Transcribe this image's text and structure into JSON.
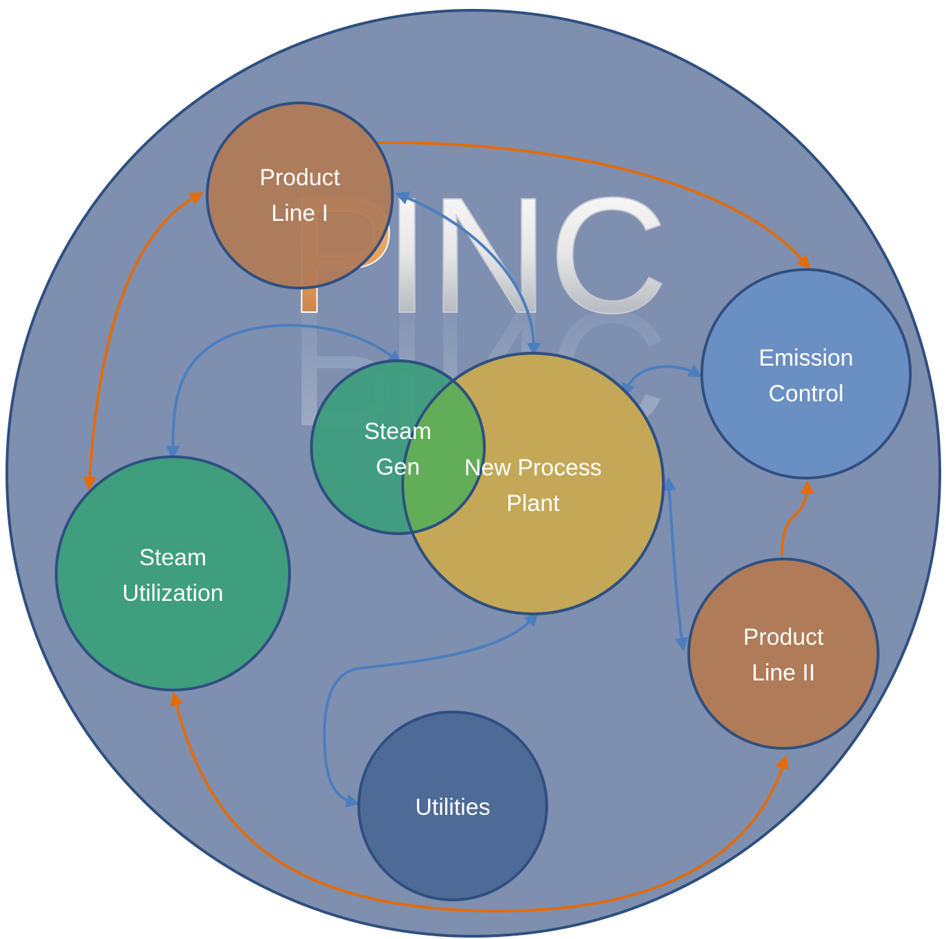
{
  "logo": {
    "first_letter": "P",
    "rest": "INC"
  },
  "nodes": {
    "product_line_1": {
      "line1": "Product",
      "line2": "Line I",
      "color": "#b07b58"
    },
    "emission_control": {
      "line1": "Emission",
      "line2": "Control",
      "color": "#6a8fc2"
    },
    "steam_gen": {
      "line1": "Steam",
      "line2": "Gen",
      "color": "#3f9e7d"
    },
    "new_process_plant": {
      "line1": "New Process",
      "line2": "Plant",
      "color": "#c4a857"
    },
    "steam_utilization": {
      "line1": "Steam",
      "line2": "Utilization",
      "color": "#3f9e7d"
    },
    "product_line_2": {
      "line1": "Product",
      "line2": "Line II",
      "color": "#b07b58"
    },
    "utilities": {
      "line1": "Utilities",
      "color": "#4e6a96"
    }
  },
  "colors": {
    "outer_fill": "#7e8fb0",
    "outer_stroke": "#2e4f80",
    "orange_arrow": "#e36c0a",
    "blue_arrow": "#4a7ebf",
    "overlap": "#62ad58"
  }
}
